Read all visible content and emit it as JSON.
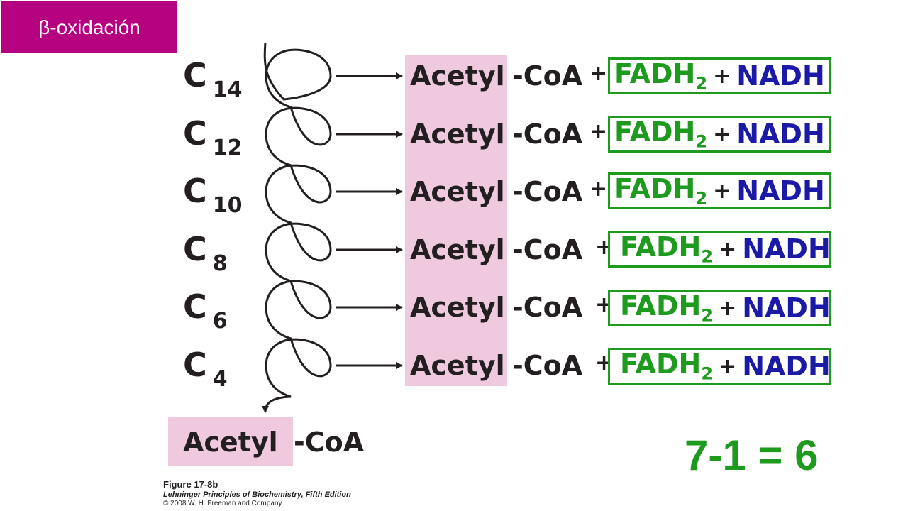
{
  "title": "β-oxidación",
  "rounds": [
    {
      "carbon": "C",
      "chain": "14",
      "acetyl": "Acetyl",
      "coa": "-CoA",
      "plus1": "+",
      "fadh": "FADH",
      "fadh_sub": "2",
      "plus2": "+",
      "nadh": "NADH"
    },
    {
      "carbon": "C",
      "chain": "12",
      "acetyl": "Acetyl",
      "coa": "-CoA",
      "plus1": "+",
      "fadh": "FADH",
      "fadh_sub": "2",
      "plus2": "+",
      "nadh": "NADH"
    },
    {
      "carbon": "C",
      "chain": "10",
      "acetyl": "Acetyl",
      "coa": "-CoA",
      "plus1": "+",
      "fadh": "FADH",
      "fadh_sub": "2",
      "plus2": "+",
      "nadh": "NADH"
    },
    {
      "carbon": "C",
      "chain": "8",
      "acetyl": "Acetyl",
      "coa": "-CoA",
      "plus1": "+",
      "fadh": "FADH",
      "fadh_sub": "2",
      "plus2": "+",
      "nadh": "NADH"
    },
    {
      "carbon": "C",
      "chain": "6",
      "acetyl": "Acetyl",
      "coa": "-CoA",
      "plus1": "+",
      "fadh": "FADH",
      "fadh_sub": "2",
      "plus2": "+",
      "nadh": "NADH"
    },
    {
      "carbon": "C",
      "chain": "4",
      "acetyl": "Acetyl",
      "coa": "-CoA",
      "plus1": "+",
      "fadh": "FADH",
      "fadh_sub": "2",
      "plus2": "+",
      "nadh": "NADH"
    }
  ],
  "final": {
    "acetyl": "Acetyl",
    "coa": "-CoA"
  },
  "equation": "7-1 = 6",
  "caption": {
    "figure": "Figure 17-8b",
    "book": "Lehninger Principles of Biochemistry, Fifth Edition",
    "copyright": "© 2008 W. H. Freeman and Company"
  },
  "colors": {
    "tag_bg": "#b5007f",
    "acetyl_highlight": "#efc9dd",
    "fadh_green": "#1e9a1e",
    "nadh_blue": "#1a1aa6",
    "text_dark": "#231f20"
  }
}
